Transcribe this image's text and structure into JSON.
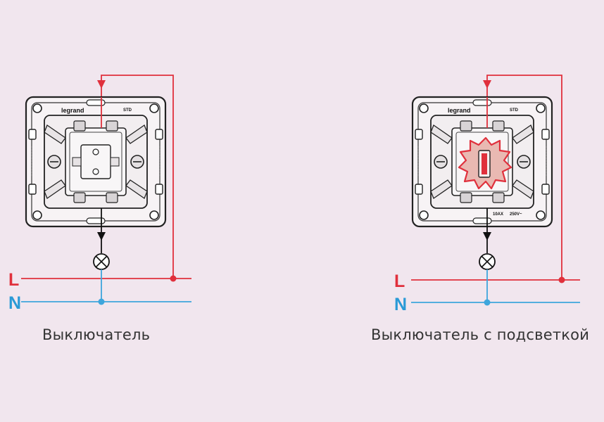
{
  "diagrams": [
    {
      "caption": "Выключатель",
      "line_label": "L",
      "neutral_label": "N",
      "switch": {
        "brand": "legrand",
        "marking_top": "STD",
        "has_backlight": false
      }
    },
    {
      "caption": "Выключатель с подсветкой",
      "line_label": "L",
      "neutral_label": "N",
      "switch": {
        "brand": "legrand",
        "marking_top": "STD",
        "rating": "10AX",
        "voltage": "250V~",
        "has_backlight": true
      }
    }
  ],
  "colors": {
    "background": "#f1e6ee",
    "line_wire": "#e0303c",
    "neutral_wire": "#3ea6dc",
    "load_wire": "#111111",
    "backlight_glow": "#e0303c",
    "label_l": "#e0303c",
    "label_n": "#2a9ad6"
  },
  "icons": [
    "lamp-icon",
    "switch-mechanism-icon",
    "backlight-glow-icon",
    "arrow-down-icon",
    "junction-dot-icon"
  ]
}
